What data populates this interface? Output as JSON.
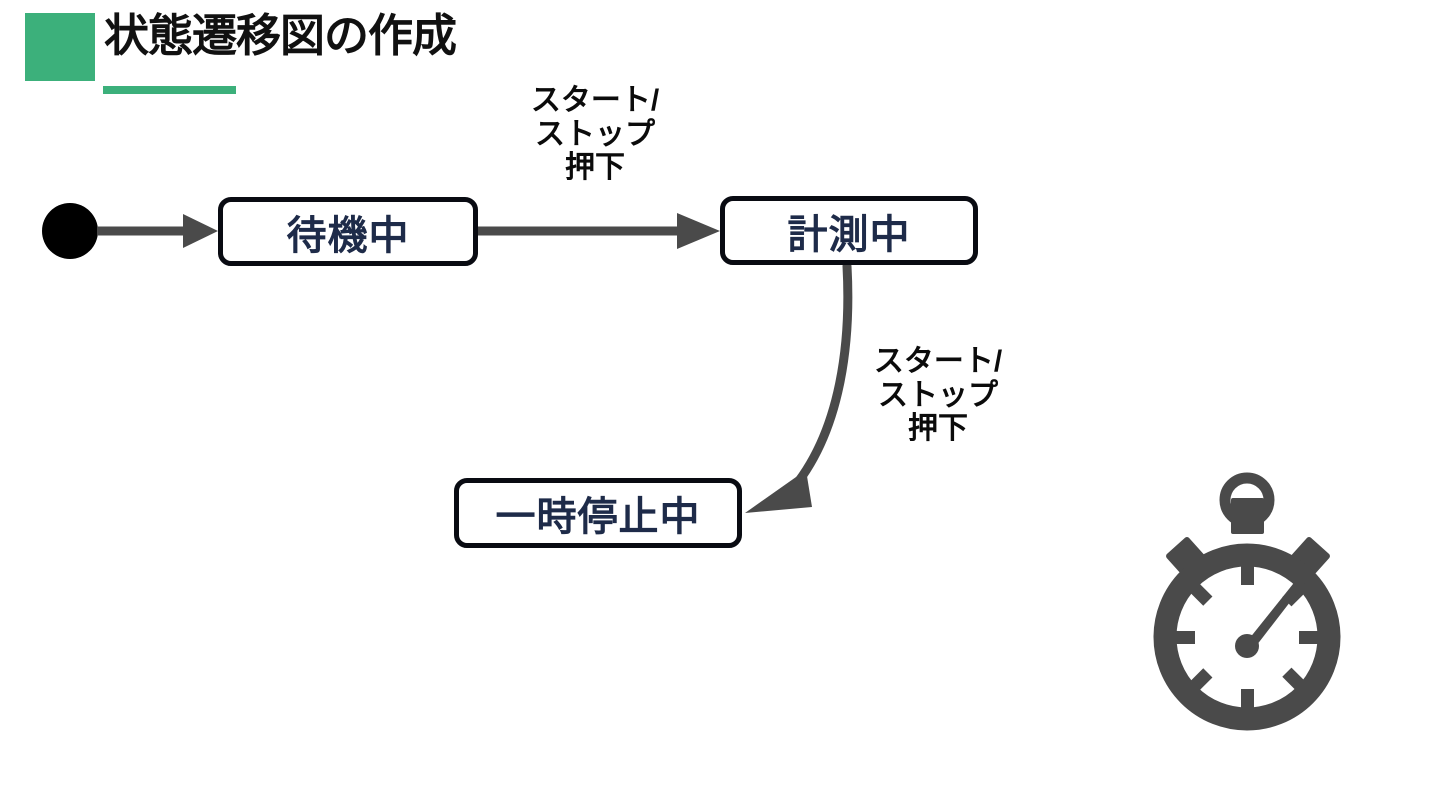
{
  "slide": {
    "title": "状態遷移図の作成",
    "accent_color": "#3cb07b",
    "background_color": "#ffffff"
  },
  "diagram": {
    "type": "state-transition-diagram",
    "node_border_color": "#090b12",
    "node_text_color": "#1e2b49",
    "edge_color": "#4a4a4a",
    "initial_node": {
      "name": "initial-state",
      "shape": "filled-circle",
      "color": "#000000"
    },
    "states": [
      {
        "id": "idle",
        "label": "待機中"
      },
      {
        "id": "running",
        "label": "計測中"
      },
      {
        "id": "paused",
        "label": "一時停止中"
      }
    ],
    "transitions": [
      {
        "from": "initial",
        "to": "idle",
        "label": ""
      },
      {
        "from": "idle",
        "to": "running",
        "label_lines": [
          "スタート/",
          "ストップ",
          "押下"
        ]
      },
      {
        "from": "running",
        "to": "paused",
        "label_lines": [
          "スタート/",
          "ストップ",
          "押下"
        ]
      }
    ],
    "edge_labels": {
      "idle_to_running": "スタート/\nストップ\n押下",
      "running_to_paused": "スタート/\nストップ\n押下"
    }
  },
  "decoration": {
    "stopwatch": {
      "icon_name": "stopwatch-icon",
      "color": "#4a4a4a",
      "face_color": "#ffffff"
    }
  }
}
